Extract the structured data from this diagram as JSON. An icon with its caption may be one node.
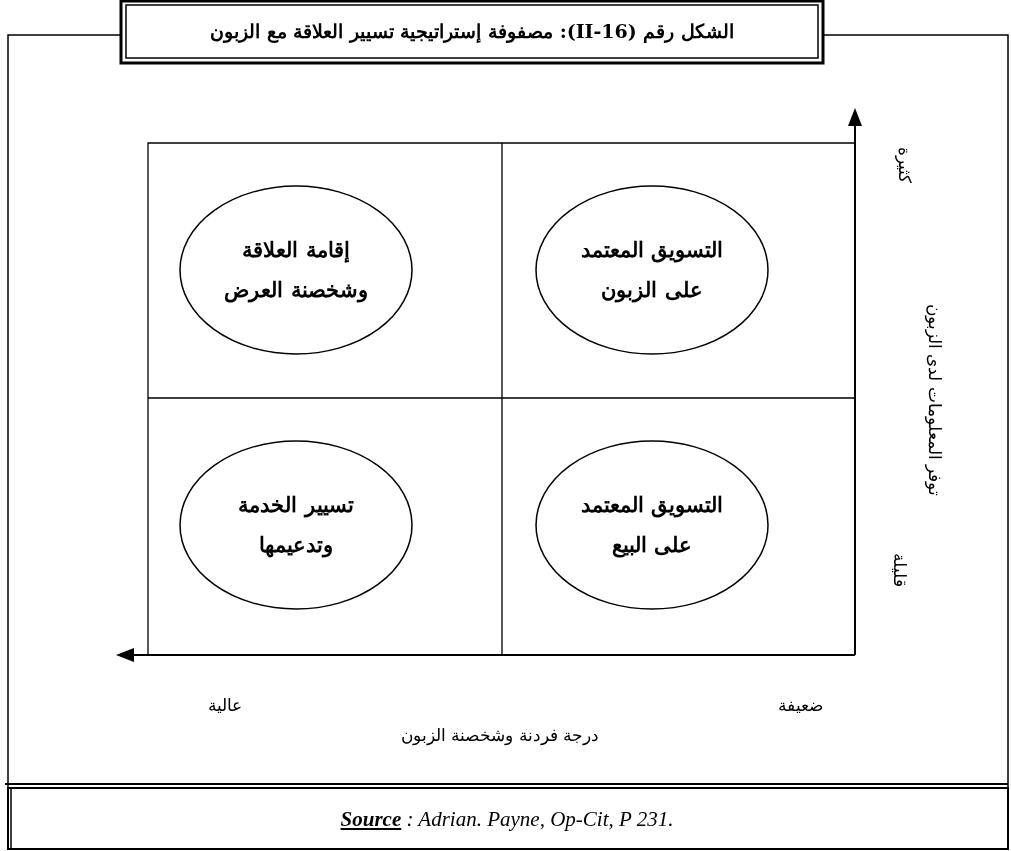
{
  "diagram": {
    "title": "الشكل رقم (16-II): مصفوفة إستراتيجية تسيير العلاقة مع الزبون",
    "caption": "**Source** : Adrian. Payne, Op-Cit, P 231.",
    "nodes": [
      {
        "text": [
          "التسويق المعتمد على الزبون"
        ]
      },
      {
        "text": [
          "إقامة العلاقة وشخصنة العرض"
        ]
      },
      {
        "text": [
          "التسويق المعتمد على البيع"
        ]
      },
      {
        "text": [
          "تسيير الخدمة وتدعيمها"
        ]
      }
    ],
    "edges": [],
    "labels": [
      "كثيرة",
      "توفر المعلومات لدى الزبون",
      "قليلة",
      "ضعيفة",
      "عالية",
      "درجة فردنة وشخصنة الزبون"
    ]
  }
}
